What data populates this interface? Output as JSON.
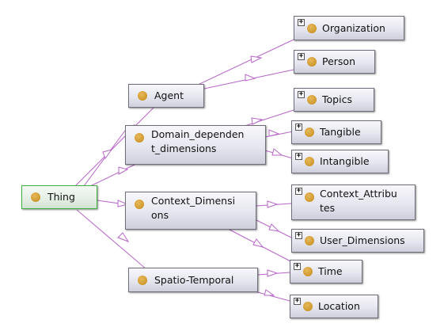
{
  "nodes": {
    "thing": "Thing",
    "agent": "Agent",
    "domain_dependent": "Domain_dependen\nt_dimensions",
    "context_dimensions": "Context_Dimensi\nons",
    "spatio_temporal": "Spatio-Temporal",
    "organization": "Organization",
    "person": "Person",
    "topics": "Topics",
    "tangible": "Tangible",
    "intangible": "Intangible",
    "context_attributes": "Context_Attribu\ntes",
    "user_dimensions": "User_Dimensions",
    "time": "Time",
    "location": "Location"
  },
  "expand_glyph": "+",
  "colors": {
    "edge": "#b866c9",
    "class_dot": "#d39d2c",
    "root_border": "#3fb041",
    "node_border": "#6f6f7a"
  }
}
